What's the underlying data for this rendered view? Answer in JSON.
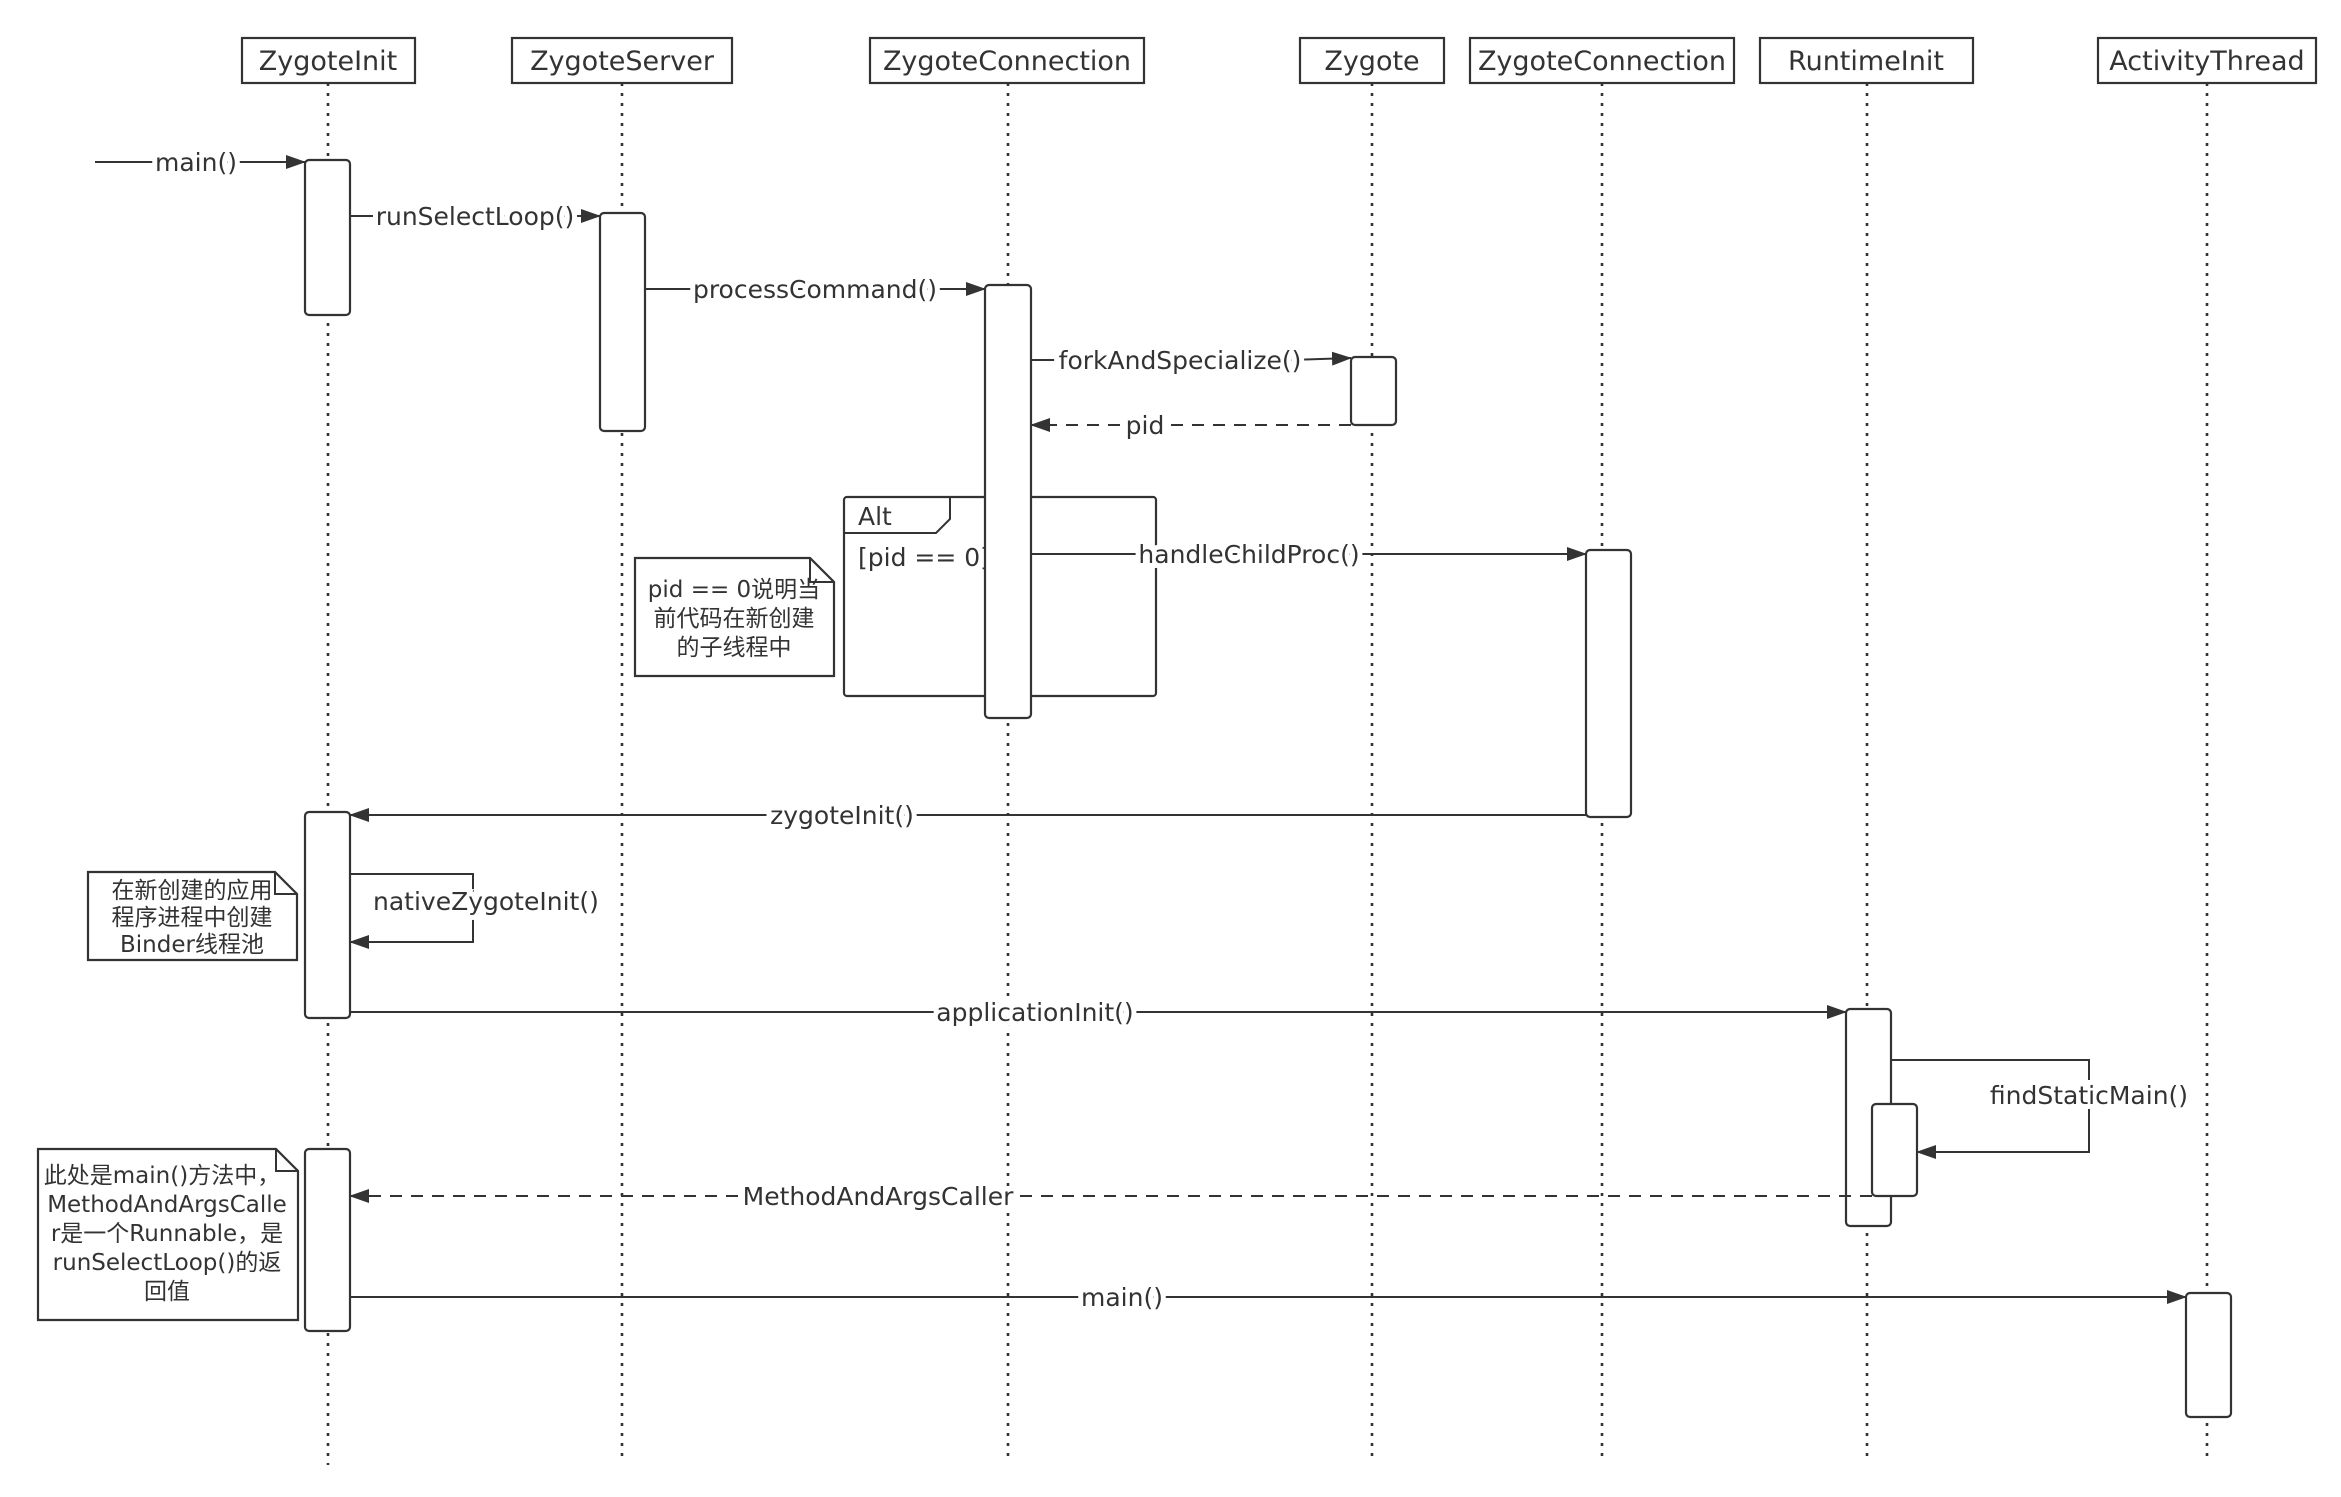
{
  "participants": [
    {
      "id": "p1",
      "name": "ZygoteInit"
    },
    {
      "id": "p2",
      "name": "ZygoteServer"
    },
    {
      "id": "p3",
      "name": "ZygoteConnection"
    },
    {
      "id": "p4",
      "name": "Zygote"
    },
    {
      "id": "p5",
      "name": "ZygoteConnection"
    },
    {
      "id": "p6",
      "name": "RuntimeInit"
    },
    {
      "id": "p7",
      "name": "ActivityThread"
    }
  ],
  "messages": {
    "m1": "main()",
    "m2": "runSelectLoop()",
    "m3": "processCommand()",
    "m4": "forkAndSpecialize()",
    "m5": "pid",
    "m6": "handleChildProc()",
    "m7": "zygoteInit()",
    "m8": "nativeZygoteInit()",
    "m9": "applicationInit()",
    "m10": "findStaticMain()",
    "m11": "MethodAndArgsCaller",
    "m12": "main()"
  },
  "fragment": {
    "operator": "Alt",
    "guard": "[pid == 0]"
  },
  "notes": {
    "n1": [
      "pid == 0说明当",
      "前代码在新创建",
      "的子线程中"
    ],
    "n2": [
      "在新创建的应用",
      "程序进程中创建",
      "Binder线程池"
    ],
    "n3": [
      "此处是main()方法中，",
      "MethodAndArgsCalle",
      "r是一个Runnable，是",
      "runSelectLoop()的返",
      "回值"
    ]
  }
}
